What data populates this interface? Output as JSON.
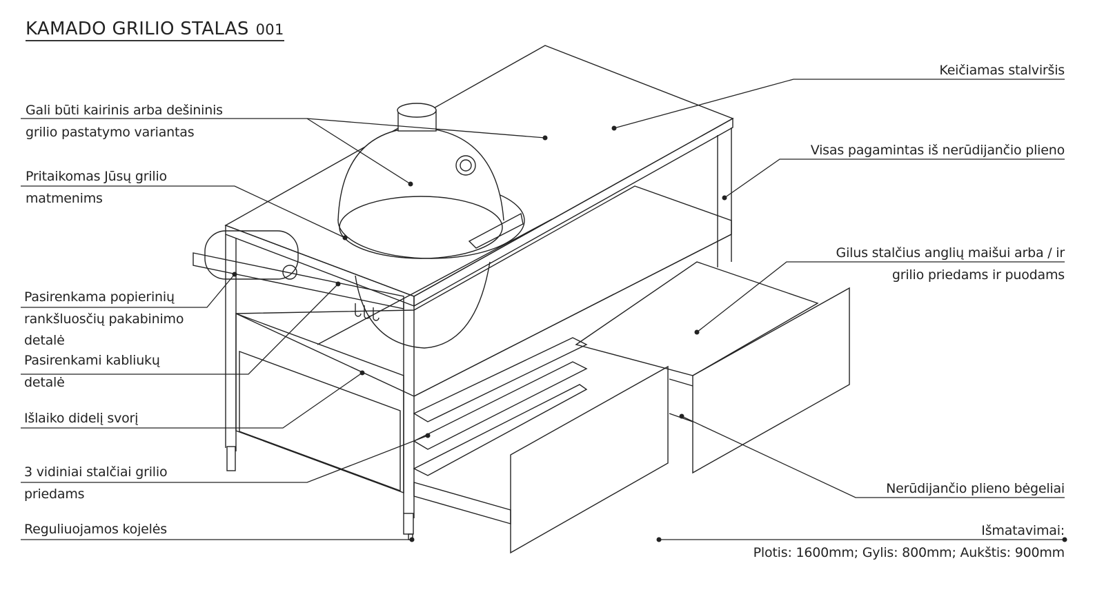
{
  "title": {
    "text": "KAMADO GRILIO STALAS",
    "code": "001"
  },
  "labels_left": [
    {
      "lines": [
        "Gali būti kairinis arba dešininis",
        "grilio pastatymo variantas"
      ]
    },
    {
      "lines": [
        "Pritaikomas Jūsų grilio",
        "matmenims"
      ]
    },
    {
      "lines": [
        "Pasirenkama popierinių",
        "rankšluosčių pakabinimo",
        "detalė"
      ]
    },
    {
      "lines": [
        "Pasirenkami kabliukų",
        "detalė"
      ]
    },
    {
      "lines": [
        "Išlaiko didelį svorį"
      ]
    },
    {
      "lines": [
        "3 vidiniai stalčiai grilio",
        "priedams"
      ]
    },
    {
      "lines": [
        "Reguliuojamos kojelės"
      ]
    }
  ],
  "labels_right": [
    {
      "lines": [
        "Keičiamas stalviršis"
      ]
    },
    {
      "lines": [
        "Visas pagamintas iš nerūdijančio plieno"
      ]
    },
    {
      "lines": [
        "Gilus stalčius anglių maišui arba / ir",
        "grilio priedams ir puodams"
      ]
    },
    {
      "lines": [
        "Nerūdijančio plieno bėgeliai"
      ]
    }
  ],
  "dimensions": {
    "heading": "Išmatavimai:",
    "values": "Plotis: 1600mm; Gylis: 800mm; Aukštis: 900mm"
  },
  "colors": {
    "line": "#222222",
    "background": "#ffffff"
  }
}
